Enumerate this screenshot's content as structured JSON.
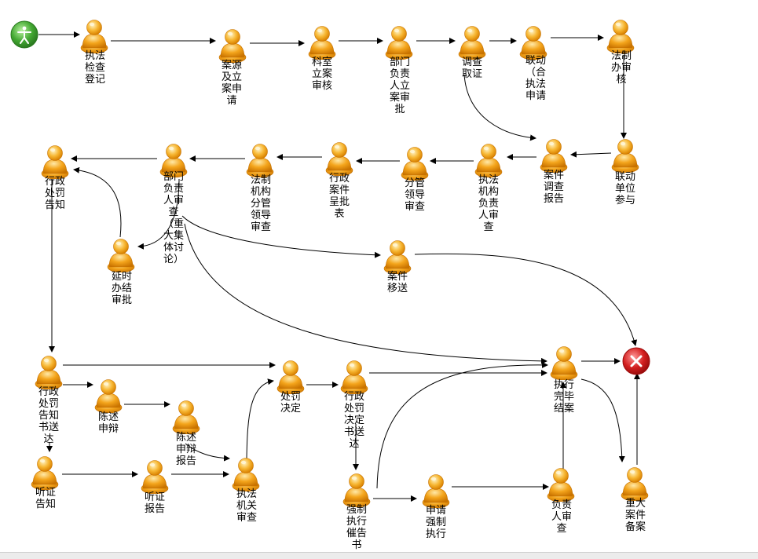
{
  "nodes": {
    "n1": "执法检查登记",
    "n2": "案源及立案申请",
    "n3": "科室立案审核",
    "n4": "部门负责人立案审批",
    "n5": "调查取证",
    "n6": "联动（合执法申请",
    "n7": "法制办审核",
    "n8": "联动单位参与",
    "n9": "案件调查报告",
    "n10": "执法机构负责人审查",
    "n11": "分管领导审查",
    "n12": "行政案件呈批表",
    "n13": "法制机构分管领导审查",
    "n14": "部门负责人审查（重大集体讨论）",
    "n15": "行政处罚告知",
    "n16": "延时办结审批",
    "n17": "案件移送",
    "n18": "执行完毕结案",
    "n19": "行政处罚告知书送达",
    "n20": "陈述申辩",
    "n21": "陈述申辩报告",
    "n22": "处罚决定",
    "n23": "行政处罚决定书送达",
    "n24": "听证告知",
    "n25": "听证报告",
    "n26": "执法机关审查",
    "n27": "强制执行催告书",
    "n28": "申请强制执行",
    "n29": "负责人审查",
    "n30": "重大案件备案"
  },
  "start_icon": "person-start-icon",
  "end_icon": "close-end-icon",
  "colors": {
    "node": "#f4a51c",
    "start": "#43a832",
    "end": "#d42020",
    "edge": "#000000"
  }
}
